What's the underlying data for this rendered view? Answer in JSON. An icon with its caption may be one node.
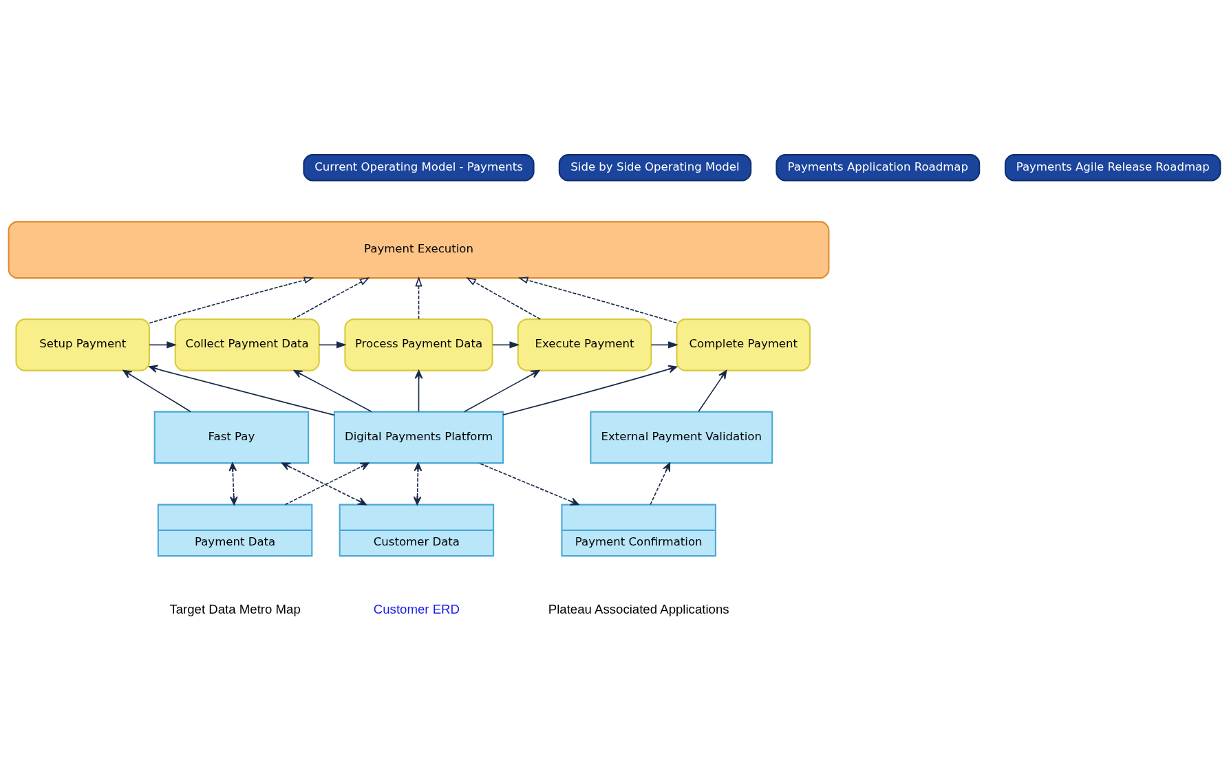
{
  "diagram": {
    "nodes": [
      {
        "text": [
          "Current Operating Model - Payments"
        ]
      },
      {
        "text": [
          "Side by Side Operating Model"
        ]
      },
      {
        "text": [
          "Payments Application Roadmap"
        ]
      },
      {
        "text": [
          "Payments Agile Release Roadmap"
        ]
      },
      {
        "text": [
          "Payment Execution"
        ]
      },
      {
        "text": [
          "Setup Payment"
        ]
      },
      {
        "text": [
          "Collect Payment Data"
        ]
      },
      {
        "text": [
          "Process Payment Data"
        ]
      },
      {
        "text": [
          "Execute Payment"
        ]
      },
      {
        "text": [
          "Complete Payment"
        ]
      },
      {
        "text": [
          "Fast Pay"
        ]
      },
      {
        "text": [
          "Digital Payments Platform"
        ]
      },
      {
        "text": [
          "External Payment Validation"
        ]
      },
      {
        "text": [
          "Customer Data"
        ]
      },
      {
        "text": [
          "Payment Data"
        ]
      },
      {
        "text": [
          "Payment Confirmation"
        ]
      }
    ],
    "edges": [
      {
        "from": 5,
        "to": 4,
        "arrow": "to",
        "style": "dashed"
      },
      {
        "from": 6,
        "to": 4,
        "arrow": "to",
        "style": "dashed"
      },
      {
        "from": 7,
        "to": 4,
        "arrow": "to",
        "style": "dashed"
      },
      {
        "from": 8,
        "to": 4,
        "arrow": "to",
        "style": "dashed"
      },
      {
        "from": 9,
        "to": 4,
        "arrow": "to",
        "style": "dashed"
      },
      {
        "from": 5,
        "to": 6,
        "arrow": "to"
      },
      {
        "from": 6,
        "to": 7,
        "arrow": "to"
      },
      {
        "from": 7,
        "to": 8,
        "arrow": "to"
      },
      {
        "from": 8,
        "to": 9,
        "arrow": "to"
      },
      {
        "from": 10,
        "to": 5,
        "arrow": "to"
      },
      {
        "from": 11,
        "to": 5,
        "arrow": "to"
      },
      {
        "from": 11,
        "to": 6,
        "arrow": "to"
      },
      {
        "from": 11,
        "to": 7,
        "arrow": "to"
      },
      {
        "from": 11,
        "to": 8,
        "arrow": "to"
      },
      {
        "from": 11,
        "to": 9,
        "arrow": "to"
      },
      {
        "from": 12,
        "to": 9,
        "arrow": "to"
      },
      {
        "from": 10,
        "to": 13,
        "arrow": "both",
        "style": "dashed"
      },
      {
        "from": 10,
        "to": 14,
        "arrow": "both",
        "style": "dashed"
      },
      {
        "from": 11,
        "to": 13,
        "arrow": "both",
        "style": "dashed"
      },
      {
        "from": 14,
        "to": 11,
        "arrow": "to",
        "style": "dashed"
      },
      {
        "from": 11,
        "to": 15,
        "arrow": "to",
        "style": "dashed"
      },
      {
        "from": 15,
        "to": 12,
        "arrow": "to",
        "style": "dashed"
      }
    ],
    "labels": [
      "Customer ERD",
      "Target Data Metro Map",
      "Plateau Associated Applications"
    ]
  }
}
